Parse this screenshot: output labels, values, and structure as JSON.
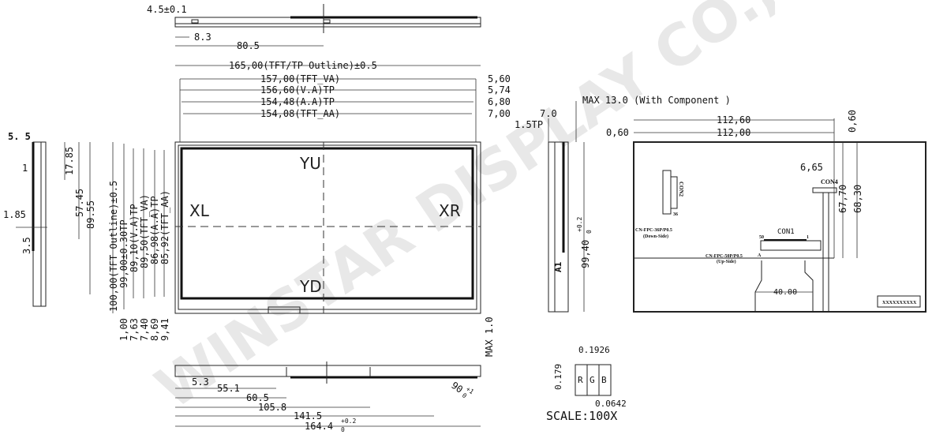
{
  "watermark": "WINSTAR DISPLAY CO.,LTD.",
  "top_view": {
    "d1": "4.5±0.1",
    "d2": "8.3",
    "d3": "80.5"
  },
  "front_view": {
    "h": [
      "165,00(TFT/TP Outline)±0.5",
      "157,00(TFT_VA)",
      "156,60(V.A)TP",
      "154,48(A.A)TP",
      "154,08(TFT_AA)"
    ],
    "right": [
      "5,60",
      "5,74",
      "6,80",
      "7,00"
    ],
    "v": [
      "100,00(TFT Outline)±0.5",
      "99,00±0.30TP",
      "89,10(V.A)TP",
      "89,50(TFT_VA)",
      "86,98(A.A)TP",
      "85,92(TFT_AA)"
    ],
    "bottom": [
      "1,00",
      "7,63",
      "7,40",
      "8,69",
      "9,41"
    ],
    "labels": {
      "yu": "YU",
      "yd": "YD",
      "xl": "XL",
      "xr": "XR"
    }
  },
  "left_view": {
    "d55": "5. 5",
    "d1": "1",
    "d1785": "17.85",
    "d5745": "57.45",
    "d8955": "89.55",
    "d185": "1.85",
    "d35": "3.5"
  },
  "bottom_view": {
    "dims": [
      "5.3",
      "55.1",
      "60.5",
      "105.8",
      "141.5",
      "164.4"
    ],
    "tol_main": "0",
    "tol_sup": "+0.2",
    "max": "MAX 1.0",
    "angle": "90",
    "angle_sup": "+1",
    "angle_sub": "0"
  },
  "side_view": {
    "d7": "7.0",
    "d15": "1.5TP",
    "max13": "MAX 13.0 (With Component )",
    "h": "99,40",
    "h_sup": "+0.2",
    "h_sub": "0",
    "a1": "A1"
  },
  "back_view": {
    "w1": "112,60",
    "w2": "112,00",
    "l060": "0,60",
    "r060": "0,60",
    "d665": "6,65",
    "h1": "67,70",
    "h2": "68,30",
    "con4": "CON4",
    "con2": "CON2",
    "con1": "CON1",
    "p50": "50",
    "p1": "1",
    "p36": "36",
    "fpc36": "CN-FPC-36P/P0.5",
    "fpc36_side": "(Down-Side)",
    "fpc50": "CN-FPC-50P/P0.5",
    "fpc50_side": "(Up-Side)",
    "a": "A",
    "d40": "40.00",
    "label": "XXXXXXXXXX"
  },
  "pixel": {
    "w": "0.1926",
    "h": "0.179",
    "r": "R",
    "g": "G",
    "b": "B",
    "sub": "0.0642",
    "scale": "SCALE:100X"
  }
}
